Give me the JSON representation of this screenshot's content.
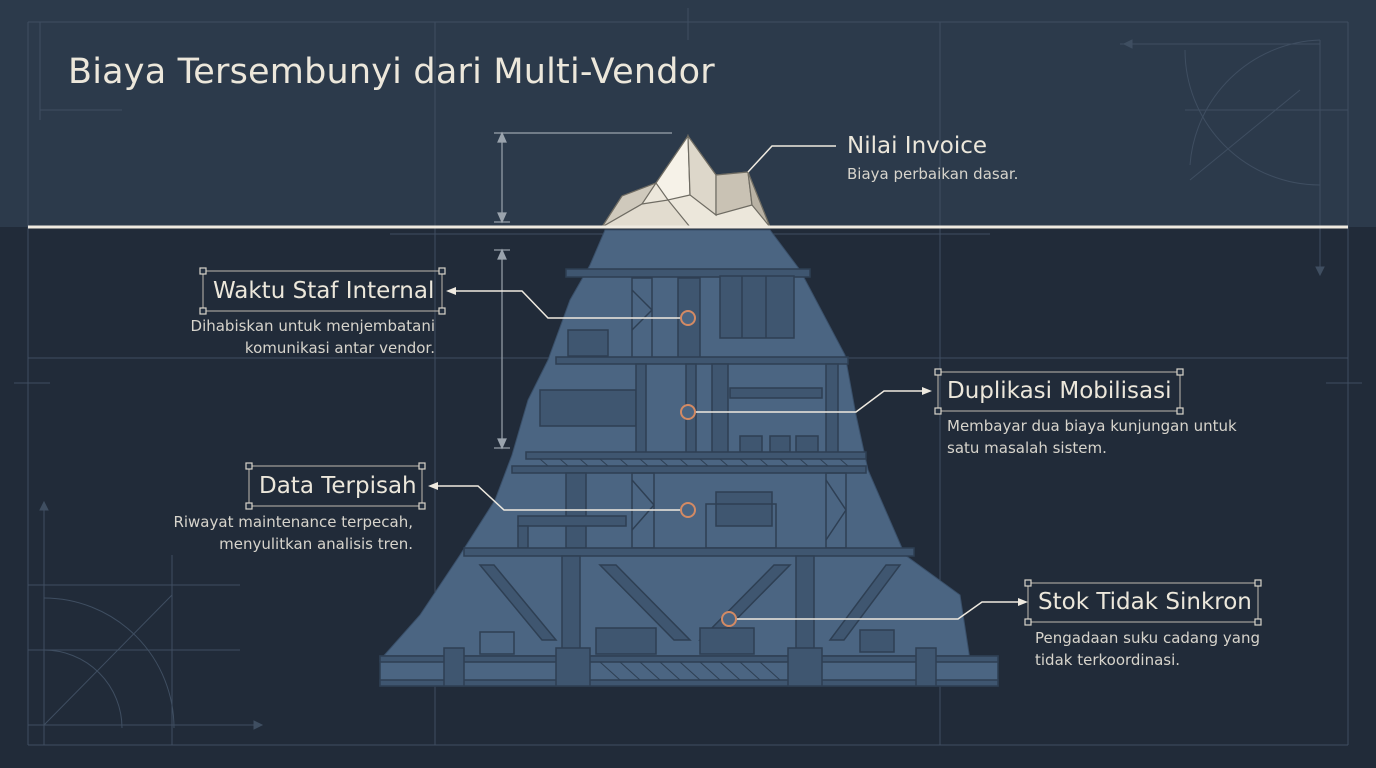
{
  "title": "Biaya Tersembunyi dari Multi-Vendor",
  "callouts": {
    "invoice": {
      "label": "Nilai Invoice",
      "desc": [
        "Biaya perbaikan dasar."
      ]
    },
    "staff": {
      "label": "Waktu Staf Internal",
      "desc": [
        "Dihabiskan untuk menjembatani",
        "komunikasi antar vendor."
      ]
    },
    "mobilisasi": {
      "label": "Duplikasi Mobilisasi",
      "desc": [
        "Membayar dua biaya kunjungan untuk",
        "satu masalah sistem."
      ]
    },
    "data": {
      "label": "Data Terpisah",
      "desc": [
        "Riwayat maintenance terpecah,",
        "menyulitkan analisis tren."
      ]
    },
    "stok": {
      "label": "Stok Tidak Sinkron",
      "desc": [
        "Pengadaan suku cadang yang",
        "tidak terkoordinasi."
      ]
    }
  },
  "colors": {
    "sky": "#2c3a4b",
    "sea": "#212b39",
    "iceberg_tip": "#ece7db",
    "iceberg_body": "#4b6582",
    "accent_marker": "#d38a64",
    "text": "#ece7db"
  }
}
